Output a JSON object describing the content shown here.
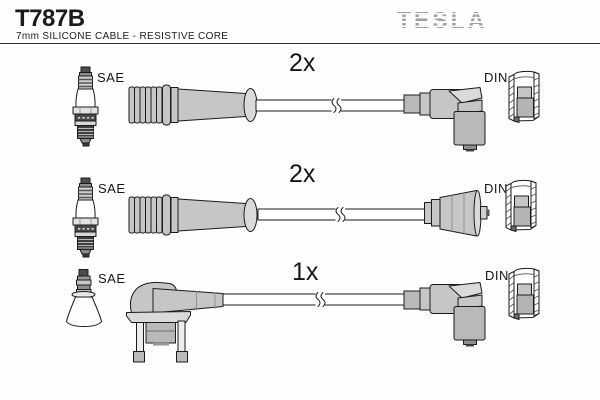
{
  "header": {
    "part_number": "T787B",
    "description": "7mm SILICONE CABLE - RESISTIVE CORE",
    "brand": "TESLA"
  },
  "cables": [
    {
      "quantity": "2x",
      "plug_label": "SAE",
      "dist_label": "DIN",
      "plug_connector": "sae-straight-ribbed-boot",
      "dist_connector": "angled-elbow-boot"
    },
    {
      "quantity": "2x",
      "plug_label": "SAE",
      "dist_label": "DIN",
      "plug_connector": "sae-straight-ribbed-boot",
      "dist_connector": "straight-cone-boot"
    },
    {
      "quantity": "1x",
      "plug_label": "SAE",
      "dist_label": "DIN",
      "plug_connector": "angled-boot-with-retaining-clip",
      "dist_connector": "angled-elbow-boot"
    }
  ],
  "colors": {
    "outline": "#1b1b1b",
    "boot_gray": "#c6c7c5",
    "boot_light_gray": "#dadbd9",
    "logo_gray": "#9e9e9e",
    "background": "#fefefe"
  }
}
